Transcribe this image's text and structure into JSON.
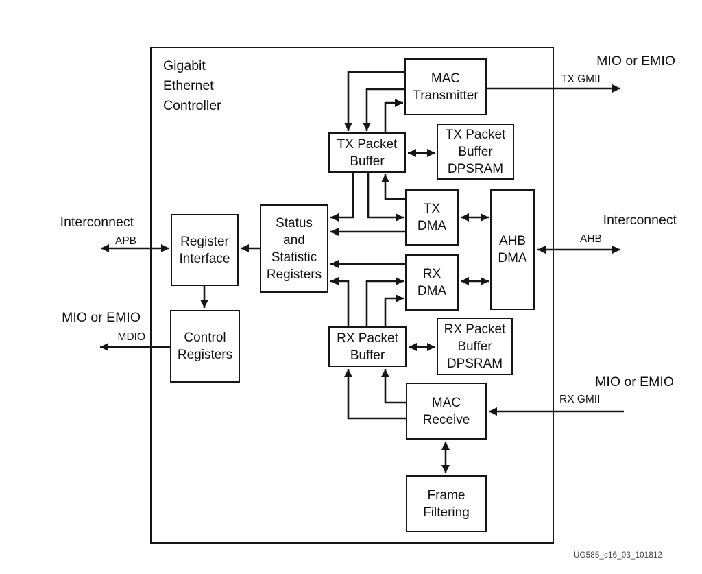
{
  "figure": {
    "title": "Gigabit\nEthernet\nController",
    "watermark": "UG585_c16_03_101812"
  },
  "blocks": {
    "mac_transmitter": {
      "label": "MAC\nTransmitter"
    },
    "tx_packet_buffer": {
      "label": "TX Packet\nBuffer"
    },
    "tx_packet_buffer_dpsram": {
      "label": "TX Packet\nBuffer\nDPSRAM"
    },
    "tx_dma": {
      "label": "TX\nDMA"
    },
    "rx_dma": {
      "label": "RX\nDMA"
    },
    "ahb_dma": {
      "label": "AHB\nDMA"
    },
    "register_interface": {
      "label": "Register\nInterface"
    },
    "status_statistic_registers": {
      "label": "Status\nand\nStatistic\nRegisters"
    },
    "control_registers": {
      "label": "Control\nRegisters"
    },
    "rx_packet_buffer": {
      "label": "RX Packet\nBuffer"
    },
    "rx_packet_buffer_dpsram": {
      "label": "RX Packet\nBuffer\nDPSRAM"
    },
    "mac_receive": {
      "label": "MAC\nReceive"
    },
    "frame_filtering": {
      "label": "Frame\nFiltering"
    }
  },
  "external_interfaces": {
    "left_apb": {
      "bus": "Interconnect",
      "signal": "APB"
    },
    "left_mdio": {
      "bus": "MIO or EMIO",
      "signal": "MDIO"
    },
    "right_tx": {
      "bus": "MIO or EMIO",
      "signal": "TX GMII"
    },
    "right_ahb": {
      "bus": "Interconnect",
      "signal": "AHB"
    },
    "right_rx": {
      "bus": "MIO or EMIO",
      "signal": "RX GMII"
    }
  },
  "colors": {
    "line": "#161616",
    "text": "#111111",
    "watermark": "#3d3d3d",
    "background": "#ffffff"
  }
}
